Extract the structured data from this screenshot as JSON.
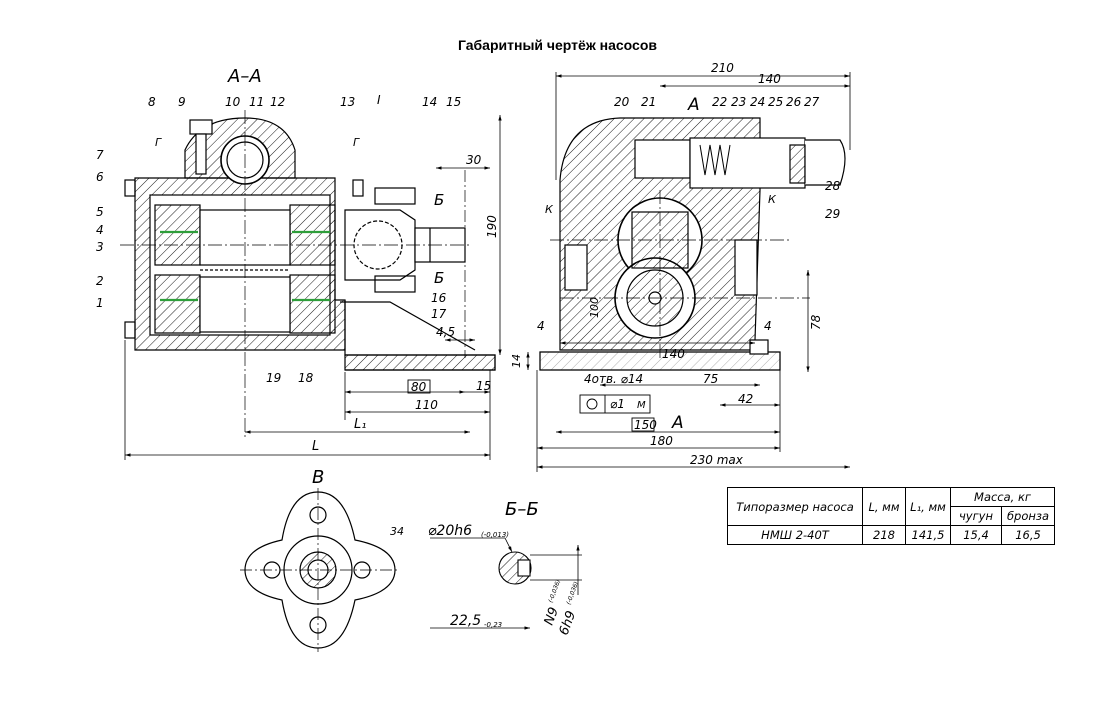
{
  "title": "Габаритный чертёж насосов",
  "views": {
    "section_aa": "А–А",
    "view_v": "В",
    "section_bb": "Б–Б",
    "cut_letter_b": "Б",
    "cut_letter_a": "А",
    "cut_letter_g": "Г",
    "cut_letter_k": "К",
    "detail_i": "I"
  },
  "part_numbers": {
    "left_top": [
      "8",
      "9",
      "10",
      "11",
      "12",
      "13",
      "14",
      "15"
    ],
    "left_side": [
      "7",
      "6",
      "5",
      "4",
      "3",
      "2",
      "1"
    ],
    "left_bottom": [
      "19",
      "18",
      "16",
      "17"
    ],
    "right_top": [
      "20",
      "21",
      "22",
      "23",
      "24",
      "25",
      "26",
      "27"
    ],
    "right_side": [
      "28",
      "29"
    ],
    "view_v": "34"
  },
  "dimensions": {
    "d210": "210",
    "d140_top": "140",
    "d30": "30",
    "d190": "190",
    "d4_5": "4,5",
    "d80": "80",
    "d15": "15",
    "d110": "110",
    "L1": "L₁",
    "L": "L",
    "d100": "100",
    "d4a": "4",
    "d4b": "4",
    "d140_bot": "140",
    "d78": "78",
    "d14": "14",
    "holes": "4отв. ⌀14",
    "d75": "75",
    "d42": "42",
    "tol": "⌀1",
    "tol_m": "M",
    "d150": "150",
    "d180": "180",
    "d230": "230 max"
  },
  "section_bb_dims": {
    "shaft": "⌀20h6",
    "shaft_tol": "(-0,013)",
    "key_width": "22,5",
    "key_width_tol": "-0,23",
    "n9": "N9",
    "n9_tol": "(-0,036)",
    "h9": "6h9",
    "h9_tol": "(-0,036)"
  },
  "spec_table": {
    "headers": {
      "model": "Типоразмер насоса",
      "L": "L, мм",
      "L1": "L₁, мм",
      "mass": "Масса, кг",
      "cast_iron": "чугун",
      "bronze": "бронза"
    },
    "rows": [
      {
        "model": "НМШ 2-40Т",
        "L": "218",
        "L1": "141,5",
        "cast_iron": "15,4",
        "bronze": "16,5"
      }
    ]
  },
  "colors": {
    "line": "#000000",
    "seal_accent": "#2e9e3a",
    "background": "#ffffff"
  }
}
